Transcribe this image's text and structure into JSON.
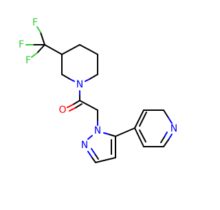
{
  "molecule": {
    "colors": {
      "carbon_bond": "#000000",
      "nitrogen": "#0000ff",
      "oxygen": "#ff0000",
      "fluorine": "#33cc33",
      "background": "#ffffff"
    },
    "atom_labels": {
      "f_top": "F",
      "f_left": "F",
      "f_lower": "F",
      "n_piperidine": "N",
      "o_carbonyl": "O",
      "n_pyrazole_1": "N",
      "n_pyrazole_2": "N",
      "n_pyridine": "N"
    }
  }
}
